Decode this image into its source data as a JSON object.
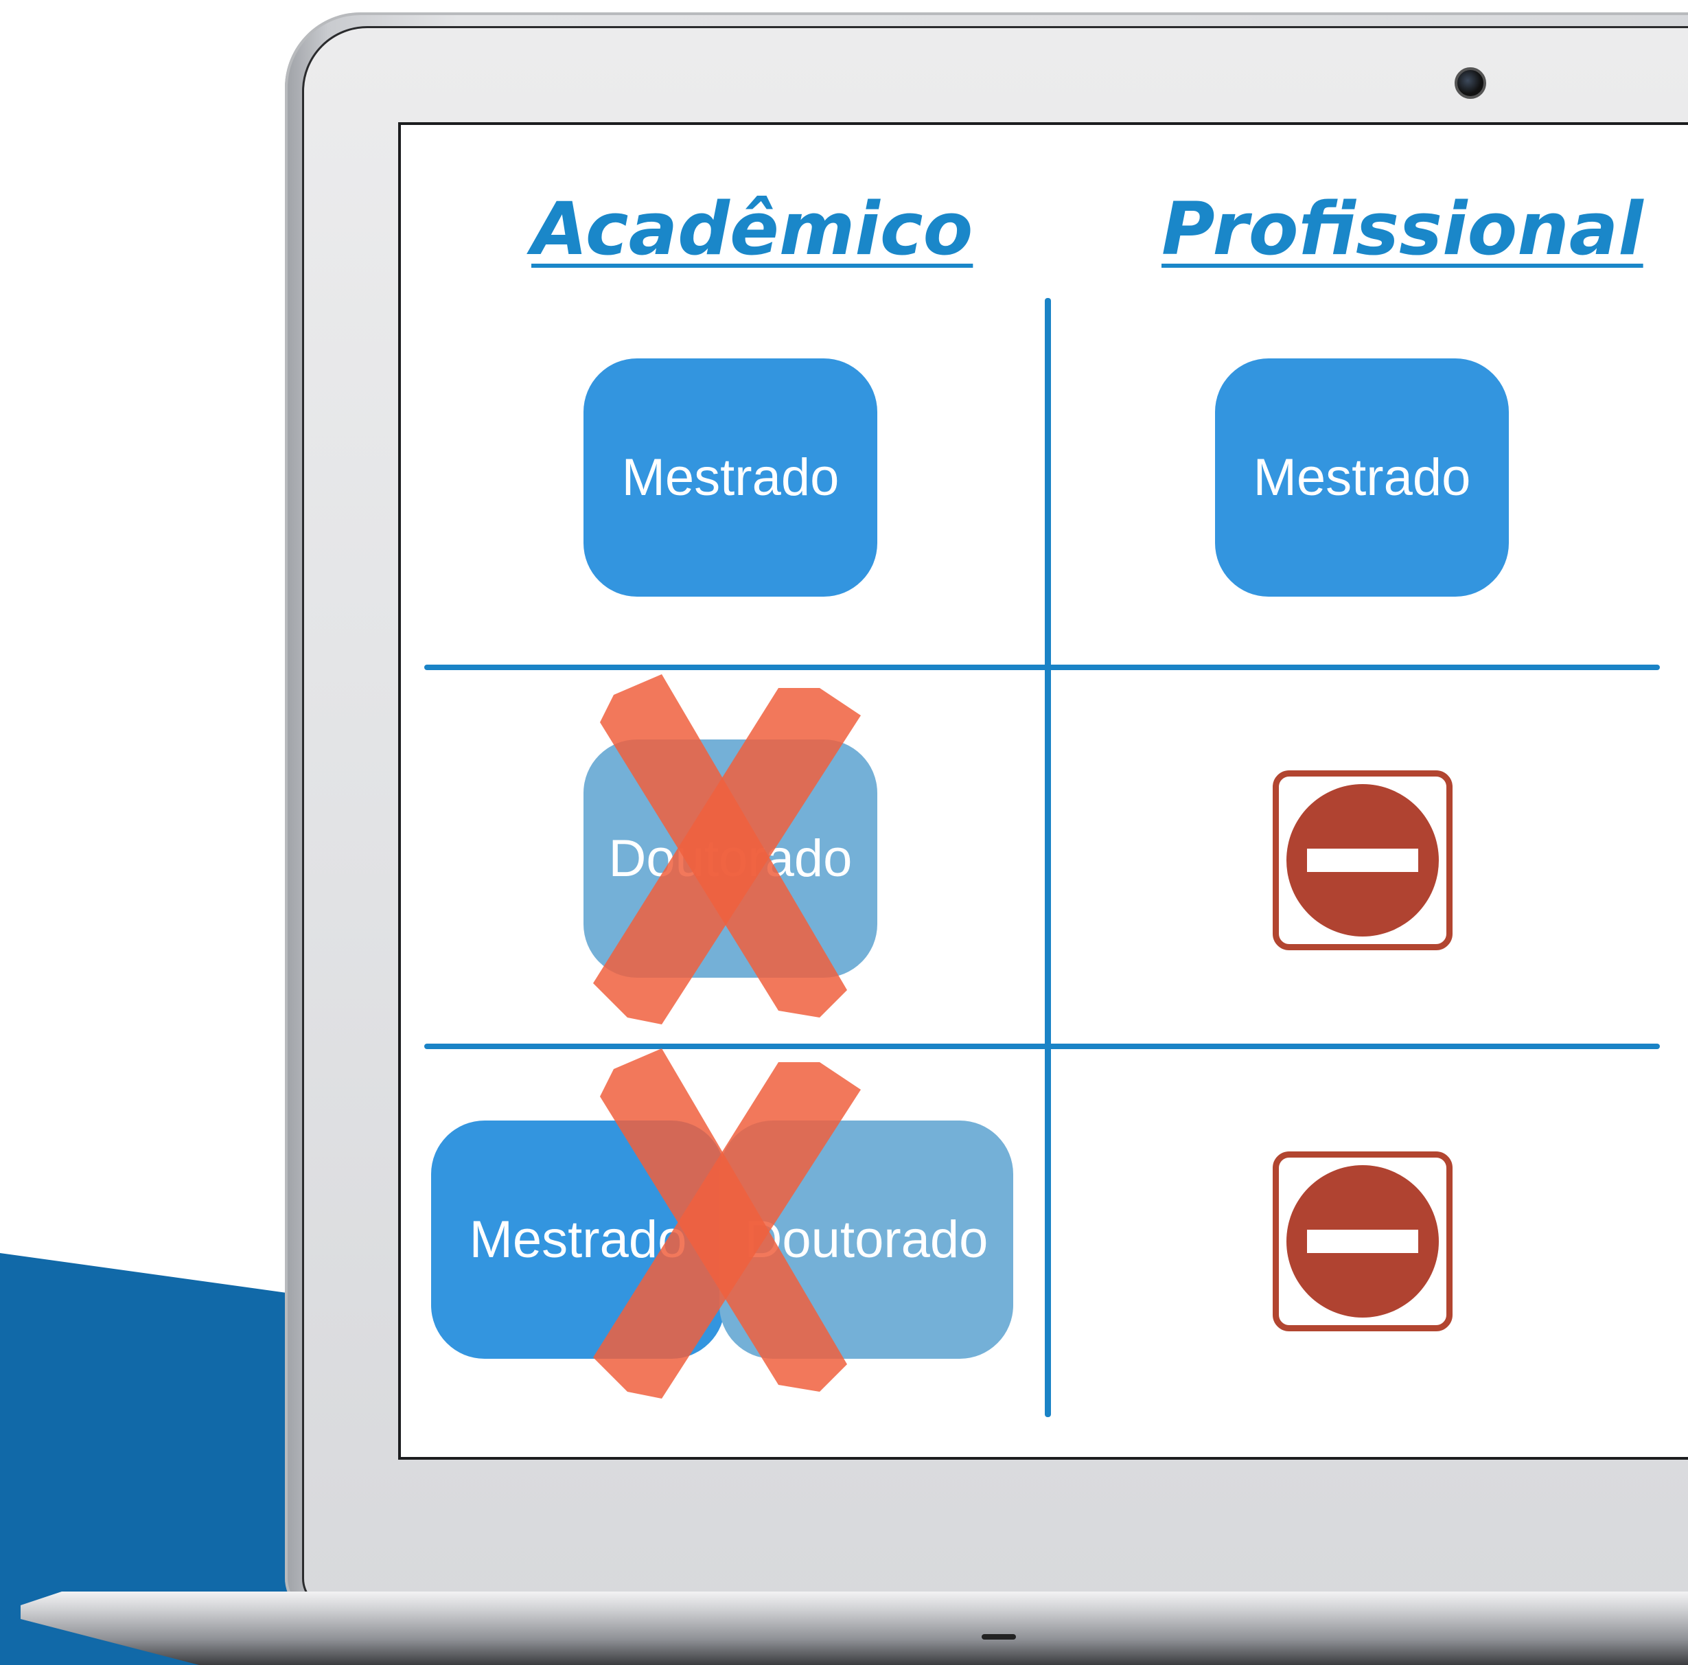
{
  "colors": {
    "title_blue": "#1a87c9",
    "button_blue": "#3395df",
    "button_faded": "#74b0d7",
    "cross_red": "#f0603e",
    "blocked_red": "#b04331",
    "background_wedge": "#1169a8"
  },
  "columns": {
    "academic_title": "Acadêmico",
    "professional_title": "Profissional"
  },
  "rows": [
    {
      "academic": {
        "label": "Mestrado",
        "state": "available"
      },
      "professional": {
        "label": "Mestrado",
        "state": "available"
      }
    },
    {
      "academic": {
        "label": "Doutorado",
        "state": "crossed-out"
      },
      "professional": {
        "icon": "no-entry-icon",
        "state": "blocked"
      }
    },
    {
      "academic": {
        "labels": [
          "Mestrado",
          "Doutorado"
        ],
        "state": "crossed-out"
      },
      "professional": {
        "icon": "no-entry-icon",
        "state": "blocked"
      }
    }
  ]
}
